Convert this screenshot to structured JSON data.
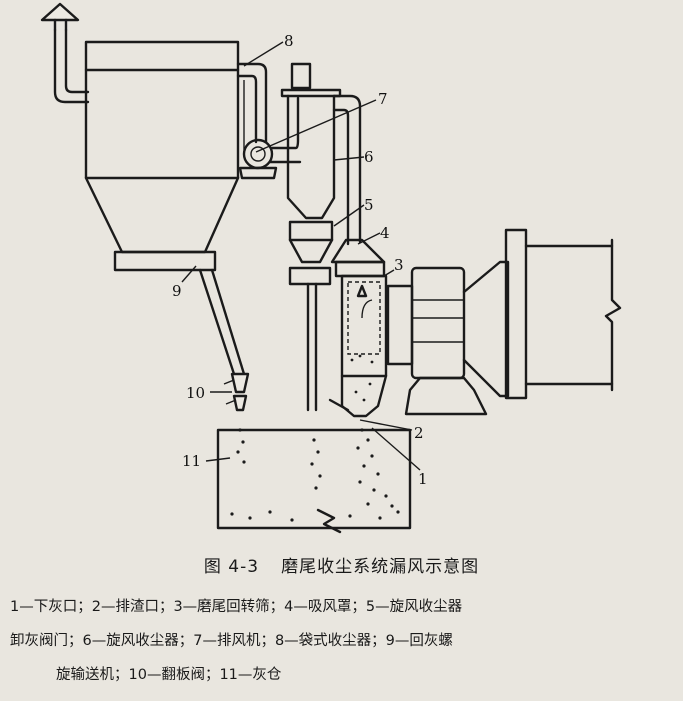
{
  "figure": {
    "number": "图 4-3",
    "title": "磨尾收尘系统漏风示意图"
  },
  "callouts": [
    "1",
    "2",
    "3",
    "4",
    "5",
    "6",
    "7",
    "8",
    "9",
    "10",
    "11"
  ],
  "legend_lines": [
    "1—下灰口；2—排渣口；3—磨尾回转筛；4—吸风罩；5—旋风收尘器",
    "卸灰阀门；6—旋风收尘器；7—排风机；8—袋式收尘器；9—回灰螺",
    "旋输送机；10—翻板阀；11—灰仓"
  ]
}
